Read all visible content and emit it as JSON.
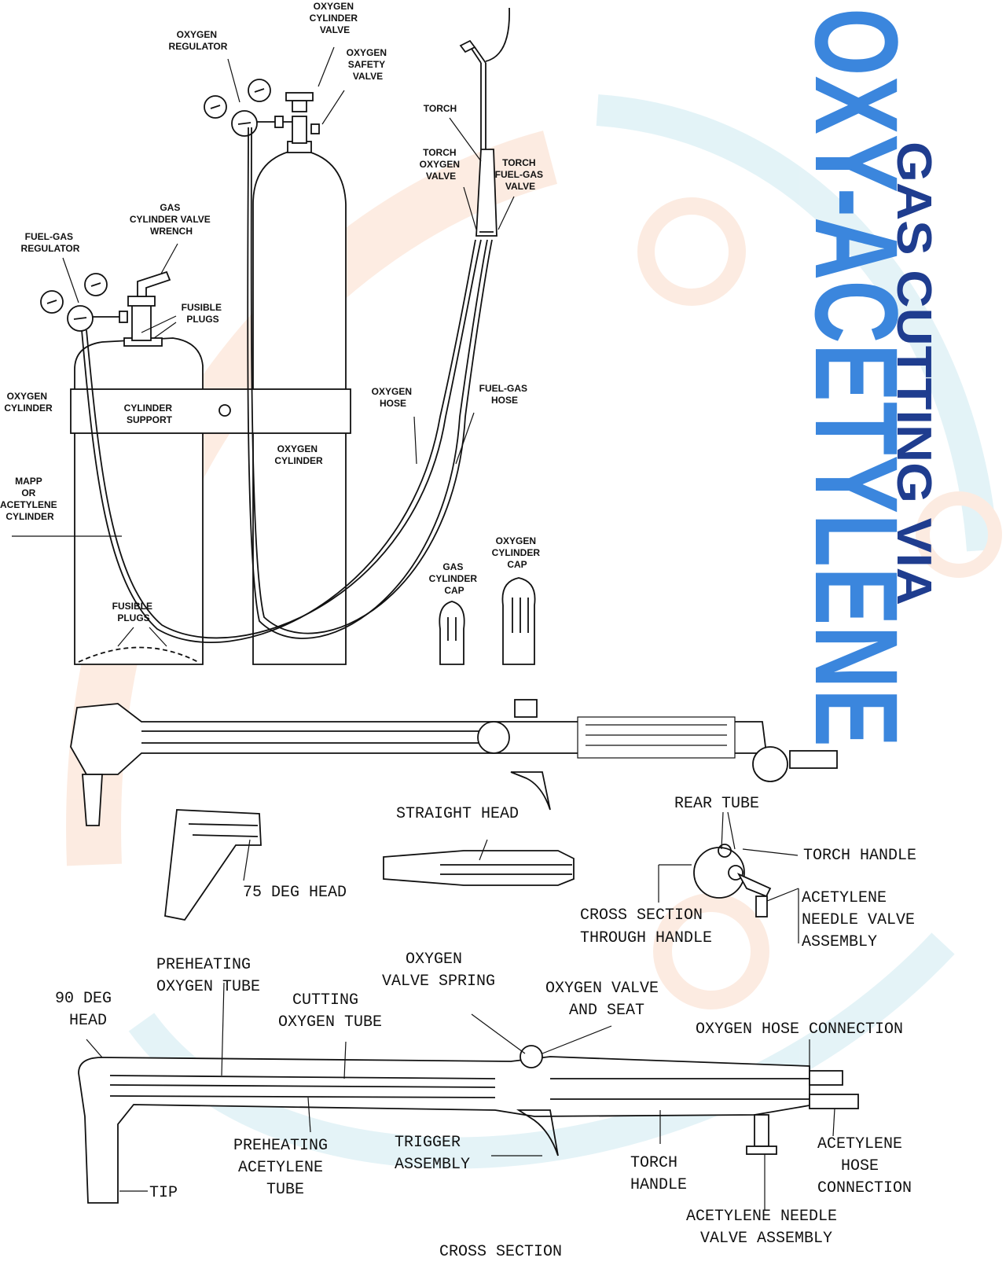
{
  "title": {
    "line1": "GAS CUTTING VIA",
    "line2": "OXY-ACETYLENE",
    "color_main": "#3b86dd",
    "color_sub": "#1f3d8f"
  },
  "equipment_labels": {
    "oxygen_cylinder_valve": [
      "OXYGEN",
      "CYLINDER",
      "VALVE"
    ],
    "oxygen_regulator": [
      "OXYGEN",
      "REGULATOR"
    ],
    "oxygen_safety_valve": [
      "OXYGEN",
      "SAFETY",
      "VALVE"
    ],
    "torch": [
      "TORCH"
    ],
    "torch_oxygen_valve": [
      "TORCH",
      "OXYGEN",
      "VALVE"
    ],
    "torch_fuel_gas_valve": [
      "TORCH",
      "FUEL-GAS",
      "VALVE"
    ],
    "gas_cylinder_valve_wrench": [
      "GAS",
      "CYLINDER VALVE",
      "WRENCH"
    ],
    "fuel_gas_regulator": [
      "FUEL-GAS",
      "REGULATOR"
    ],
    "fusible_plugs_top": [
      "FUSIBLE",
      "PLUGS"
    ],
    "oxygen_cylinder_left": [
      "OXYGEN",
      "CYLINDER"
    ],
    "cylinder_support": [
      "CYLINDER",
      "SUPPORT"
    ],
    "oxygen_hose": [
      "OXYGEN",
      "HOSE"
    ],
    "fuel_gas_hose": [
      "FUEL-GAS",
      "HOSE"
    ],
    "oxygen_cylinder_center": [
      "OXYGEN",
      "CYLINDER"
    ],
    "mapp_cylinder": [
      "MAPP",
      "OR",
      "ACETYLENE",
      "CYLINDER"
    ],
    "gas_cylinder_cap": [
      "GAS",
      "CYLINDER",
      "CAP"
    ],
    "oxygen_cylinder_cap": [
      "OXYGEN",
      "CYLINDER",
      "CAP"
    ],
    "fusible_plugs_bottom": [
      "FUSIBLE",
      "PLUGS"
    ]
  },
  "torch_labels": {
    "straight_head": [
      "STRAIGHT HEAD"
    ],
    "rear_tube": [
      "REAR TUBE"
    ],
    "torch_handle": [
      "TORCH HANDLE"
    ],
    "deg75_head": [
      "75 DEG HEAD"
    ],
    "cross_section_handle": [
      "CROSS SECTION",
      "THROUGH HANDLE"
    ],
    "acetylene_needle_valve_assembly_top": [
      "ACETYLENE",
      "NEEDLE VALVE",
      "ASSEMBLY"
    ]
  },
  "cross_section_labels": {
    "preheating_oxygen_tube": [
      "PREHEATING",
      "OXYGEN TUBE"
    ],
    "deg90_head": [
      "90 DEG",
      "HEAD"
    ],
    "cutting_oxygen_tube": [
      "CUTTING",
      "OXYGEN TUBE"
    ],
    "oxygen_valve_spring": [
      "OXYGEN",
      "VALVE SPRING"
    ],
    "oxygen_valve_and_seat": [
      "OXYGEN VALVE",
      "AND SEAT"
    ],
    "oxygen_hose_connection": [
      "OXYGEN HOSE CONNECTION"
    ],
    "preheating_acetylene_tube": [
      "PREHEATING",
      "ACETYLENE",
      "TUBE"
    ],
    "trigger_assembly": [
      "TRIGGER",
      "ASSEMBLY"
    ],
    "torch_handle": [
      "TORCH",
      "HANDLE"
    ],
    "acetylene_hose_connection": [
      "ACETYLENE",
      "HOSE",
      "CONNECTION"
    ],
    "tip": [
      "TIP"
    ],
    "acetylene_needle_valve_assembly": [
      "ACETYLENE NEEDLE",
      "VALVE ASSEMBLY"
    ],
    "cross_section": [
      "CROSS SECTION"
    ]
  }
}
